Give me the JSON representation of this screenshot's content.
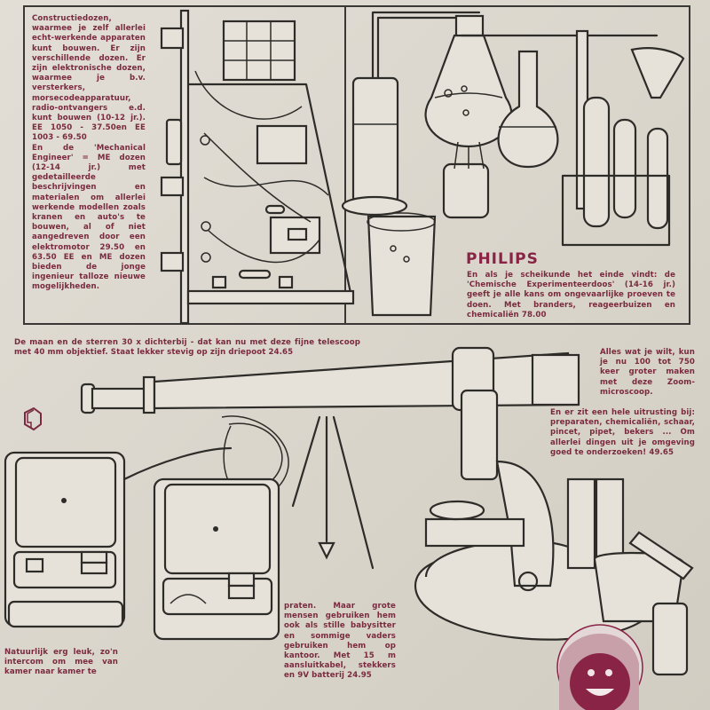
{
  "page": {
    "brand": "PHILIPS",
    "colors": {
      "text_accent": "#7a2a3e",
      "brand": "#8a2446",
      "paper": "#dcd8cf",
      "line_art": "#2e2c29",
      "mascot": "#8a2446"
    }
  },
  "sections": {
    "construction_kits": {
      "lines": [
        "Constructiedozen, waarmee je zelf allerlei echt-",
        "werkende apparaten kunt bouwen. Er zijn",
        "verschillende dozen. Er zijn elektronische dozen,",
        "waarmee je b.v. verster-kers, morsecodeappara-",
        "tuur, radio-ontvangers e.d. kunt bouwen (10-12",
        "jr.). EE 1050 - 37.50en EE 1003 - 69.50",
        "En de 'Mechanical Engi-neer' = ME dozen (12-",
        "14 jr.) met gedetailleer-de beschrijvingen en",
        "materialen om allerlei werkende modellen zo-",
        "als kranen en auto's te bouwen, al of niet aan-",
        "gedreven door een elek-tromotor 29.50 en 63.50",
        "EE en ME dozen bieden de jonge ingenieur tal-",
        "loze nieuwe mogelijkhe-den."
      ],
      "text": "Constructiedozen, waarmee je zelf allerlei echt-werkende apparaten kunt bouwen. Er zijn verschillende dozen. Er zijn elektronische dozen, waarmee je b.v. versterkers, morsecodeapparatuur, radio-ontvangers e.d. kunt bouwen (10-12 jr.). EE 1050 - 37.50en EE 1003 - 69.50",
      "text2": "En de 'Mechanical Engineer' = ME dozen (12-14 jr.) met gedetailleerde beschrijvingen en materialen om allerlei werkende modellen zoals kranen en auto's te bouwen, al of niet aangedreven door een elektromotor 29.50 en 63.50 EE en ME dozen bieden de jonge ingenieur talloze nieuwe mogelijkheden.",
      "prices": [
        "37.50",
        "69.50",
        "29.50",
        "63.50"
      ],
      "product_codes": [
        "EE 1050",
        "EE 1003",
        "ME"
      ]
    },
    "chemistry_set": {
      "text": "En als je scheikunde het einde vindt: de 'Chemische Experimenteerdoos' (14-16 jr.) geeft je alle kans om ongevaarlijke proeven te doen. Met branders, reageerbuizen en chemicaliën 78.00",
      "price": "78.00"
    },
    "telescope": {
      "text": "De maan en de sterren 30 x dichterbij - dat kan nu met deze fijne telescoop met 40 mm objektief. Staat lekker stevig op zijn driepoot 24.65",
      "price": "24.65"
    },
    "microscope": {
      "text_intro": "Alles wat je wilt, kun je nu 100 tot 750 keer groter maken met deze Zoom-microscoop.",
      "text_rest": "En er zit een hele uitrusting bij: preparaten, chemicaliën, schaar, pincet, pipet, bekers ... Om allerlei dingen uit je omgeving goed te onderzoeken! 49.65",
      "price": "49.65"
    },
    "intercom": {
      "text_left": "Natuurlijk erg leuk, zo'n intercom om mee van kamer naar kamer te",
      "text_right": "praten. Maar grote mensen gebruiken hem ook als stille babysitter en sommige vaders gebruiken hem op kantoor. Met 15 m aansluitkabel, stekkers en 9V batterij 24.95",
      "price": "24.95"
    }
  },
  "icons": {
    "hexagon_logo": "hexagon-logo-icon",
    "mascot": "mascot-face-icon"
  }
}
